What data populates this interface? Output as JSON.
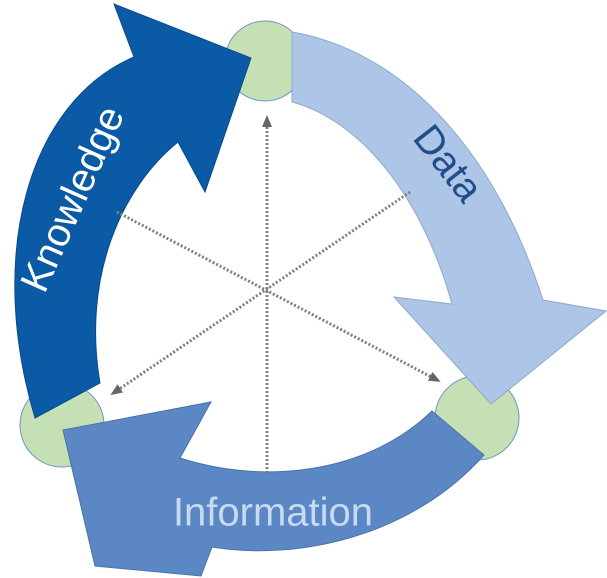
{
  "diagram": {
    "labels": {
      "data": "Data",
      "information": "Information",
      "knowledge": "Knowledge"
    },
    "colors": {
      "data_arrow": "#adc5e7",
      "information_arrow": "#5b87c5",
      "knowledge_arrow": "#0a5aa6",
      "node_fill": "#c5e0b4",
      "node_stroke": "#6f95c0",
      "connector": "#808080",
      "data_text": "#1f4e8a",
      "information_text": "#c9daf0",
      "knowledge_text": "#ffffff"
    }
  }
}
